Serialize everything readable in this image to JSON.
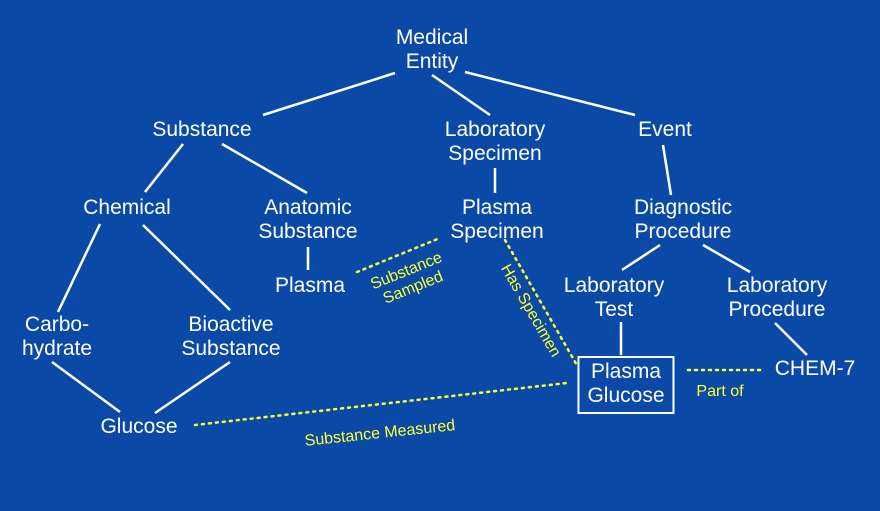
{
  "nodes": {
    "medical_entity": [
      "Medical",
      "Entity"
    ],
    "substance": [
      "Substance"
    ],
    "laboratory_specimen": [
      "Laboratory",
      "Specimen"
    ],
    "event": [
      "Event"
    ],
    "chemical": [
      "Chemical"
    ],
    "anatomic_substance": [
      "Anatomic",
      "Substance"
    ],
    "plasma_specimen": [
      "Plasma",
      "Specimen"
    ],
    "diagnostic_procedure": [
      "Diagnostic",
      "Procedure"
    ],
    "plasma": [
      "Plasma"
    ],
    "laboratory_test": [
      "Laboratory",
      "Test"
    ],
    "laboratory_procedure": [
      "Laboratory",
      "Procedure"
    ],
    "carbohydrate": [
      "Carbo-",
      "hydrate"
    ],
    "bioactive_substance": [
      "Bioactive",
      "Substance"
    ],
    "plasma_glucose": [
      "Plasma",
      "Glucose"
    ],
    "chem7": [
      "CHEM-7"
    ],
    "glucose": [
      "Glucose"
    ]
  },
  "relations": {
    "substance_sampled": [
      "Substance",
      "Sampled"
    ],
    "has_specimen": [
      "Has Specimen"
    ],
    "part_of": [
      "Part of"
    ],
    "substance_measured": [
      "Substance Measured"
    ]
  },
  "colors": {
    "background": "#0a4aa6",
    "node_text": "#ffffff",
    "relation_text": "#ffff33"
  }
}
